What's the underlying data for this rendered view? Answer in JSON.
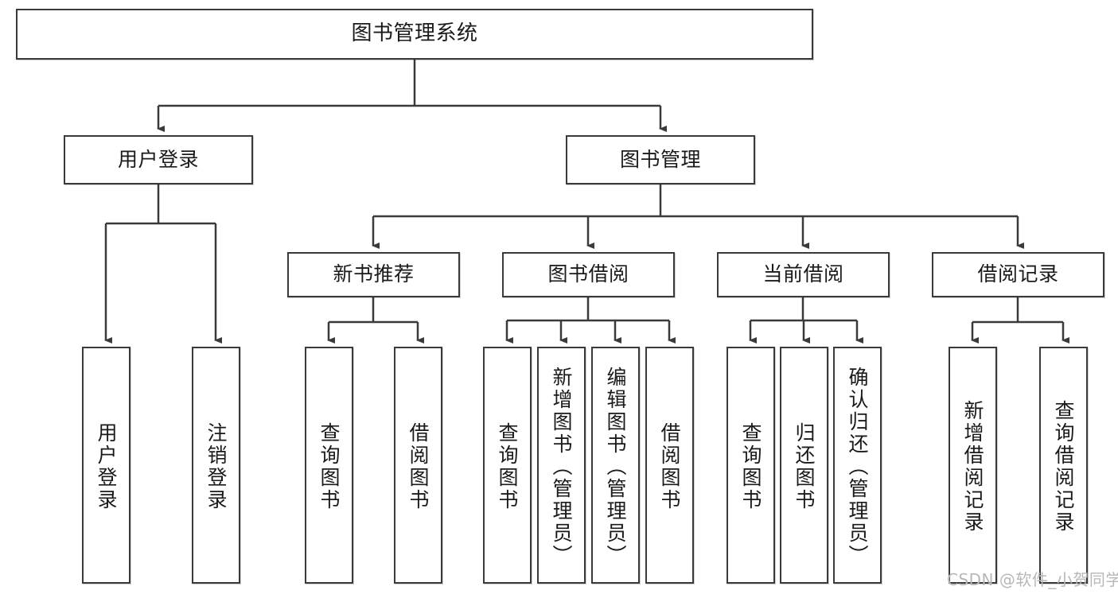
{
  "diagram": {
    "title": "图书管理系统",
    "type": "tree-hierarchy-diagram",
    "colors": {
      "stroke": "#3a3a3a",
      "fill": "#ffffff",
      "text": "#1a1a1a",
      "watermark": "#b7b7b7",
      "background": "#ffffff"
    },
    "nodes": {
      "root": {
        "label": "图书管理系统"
      },
      "level2": [
        {
          "id": "user-login",
          "label": "用户登录"
        },
        {
          "id": "book-management",
          "label": "图书管理"
        }
      ],
      "level3": [
        {
          "id": "new-book-recommend",
          "label": "新书推荐"
        },
        {
          "id": "book-borrow",
          "label": "图书借阅"
        },
        {
          "id": "current-borrow",
          "label": "当前借阅"
        },
        {
          "id": "borrow-record",
          "label": "借阅记录"
        }
      ],
      "leaves": [
        {
          "id": "leaf-user-login",
          "label": "用户登录",
          "parent": "user-login"
        },
        {
          "id": "leaf-logout-login",
          "label": "注销登录",
          "parent": "user-login"
        },
        {
          "id": "leaf-query-book-1",
          "label": "查询图书",
          "parent": "new-book-recommend"
        },
        {
          "id": "leaf-borrow-book-1",
          "label": "借阅图书",
          "parent": "new-book-recommend"
        },
        {
          "id": "leaf-query-book-2",
          "label": "查询图书",
          "parent": "book-borrow"
        },
        {
          "id": "leaf-add-book",
          "label": "新增图书（管理员）",
          "parent": "book-borrow"
        },
        {
          "id": "leaf-edit-book",
          "label": "编辑图书（管理员）",
          "parent": "book-borrow"
        },
        {
          "id": "leaf-borrow-book-2",
          "label": "借阅图书",
          "parent": "book-borrow"
        },
        {
          "id": "leaf-query-book-3",
          "label": "查询图书",
          "parent": "current-borrow"
        },
        {
          "id": "leaf-return-book",
          "label": "归还图书",
          "parent": "current-borrow"
        },
        {
          "id": "leaf-confirm-return",
          "label": "确认归还（管理员）",
          "parent": "current-borrow"
        },
        {
          "id": "leaf-add-record",
          "label": "新增借阅记录",
          "parent": "borrow-record"
        },
        {
          "id": "leaf-query-record",
          "label": "查询借阅记录",
          "parent": "borrow-record"
        }
      ]
    },
    "watermark": "CSDN @软件_小贺同学"
  }
}
